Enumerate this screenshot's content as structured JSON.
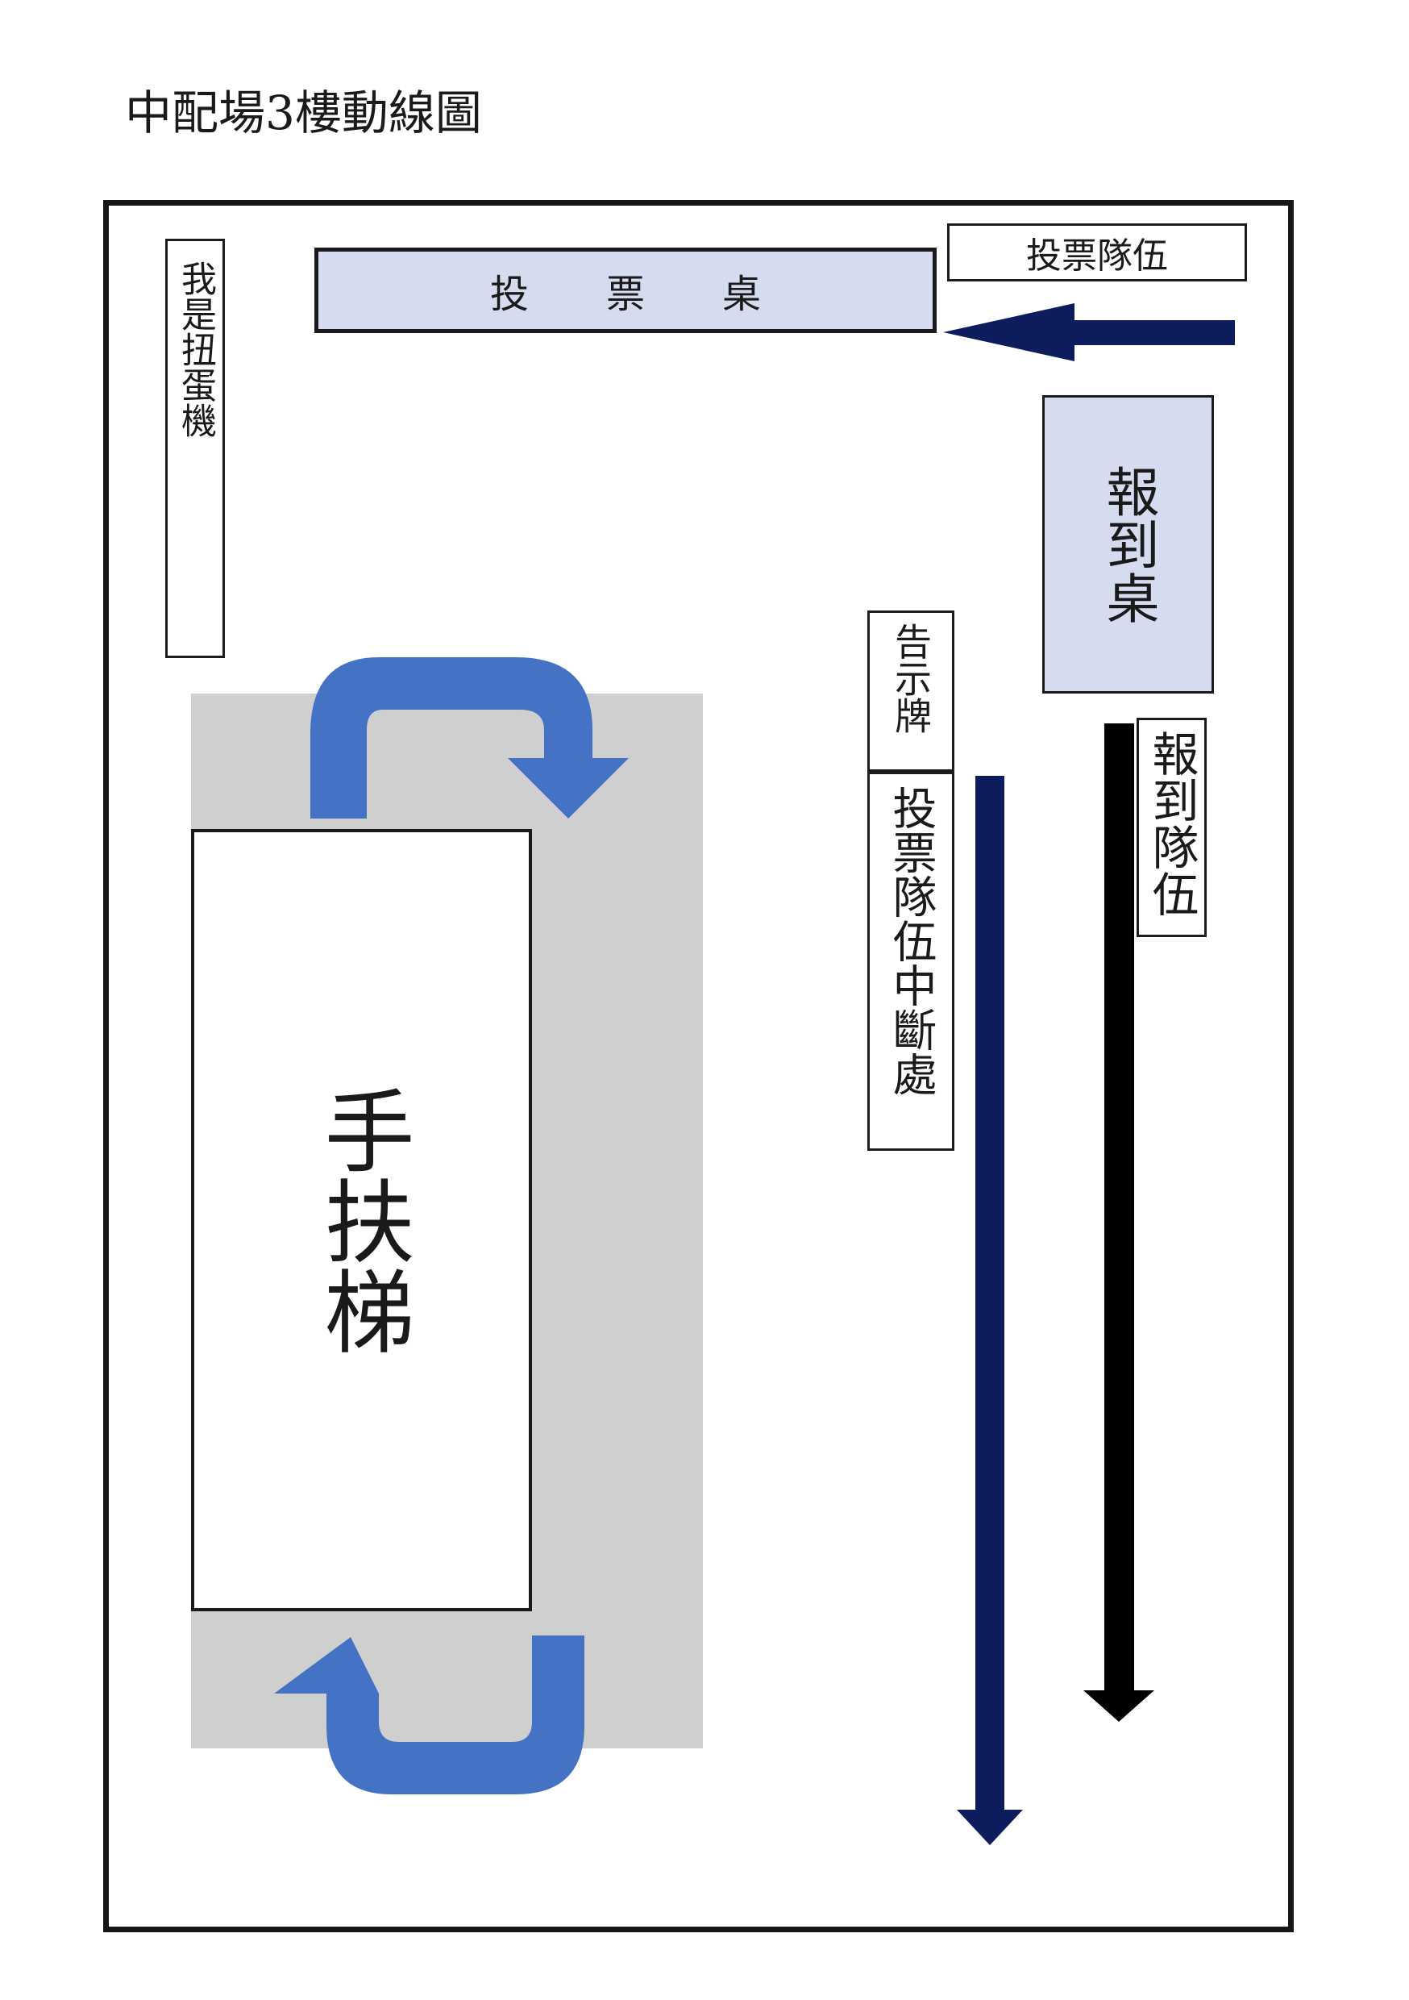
{
  "title": "中配場3樓動線圖",
  "labels": {
    "capsule_machine": "我是扭蛋機",
    "vote_desk": "投票桌",
    "vote_queue": "投票隊伍",
    "checkin_desk": "報到桌",
    "sign": "告示牌",
    "vote_queue_break": "投票隊伍中斷處",
    "checkin_queue": "報到隊伍",
    "escalator": "手扶梯"
  },
  "colors": {
    "desk_fill": "#d5dcef",
    "escalator_area": "#cfcfcf",
    "curved_arrow": "#4472c4",
    "vote_queue_arrow": "#0d1c5c",
    "checkin_queue_arrow": "#000000"
  }
}
